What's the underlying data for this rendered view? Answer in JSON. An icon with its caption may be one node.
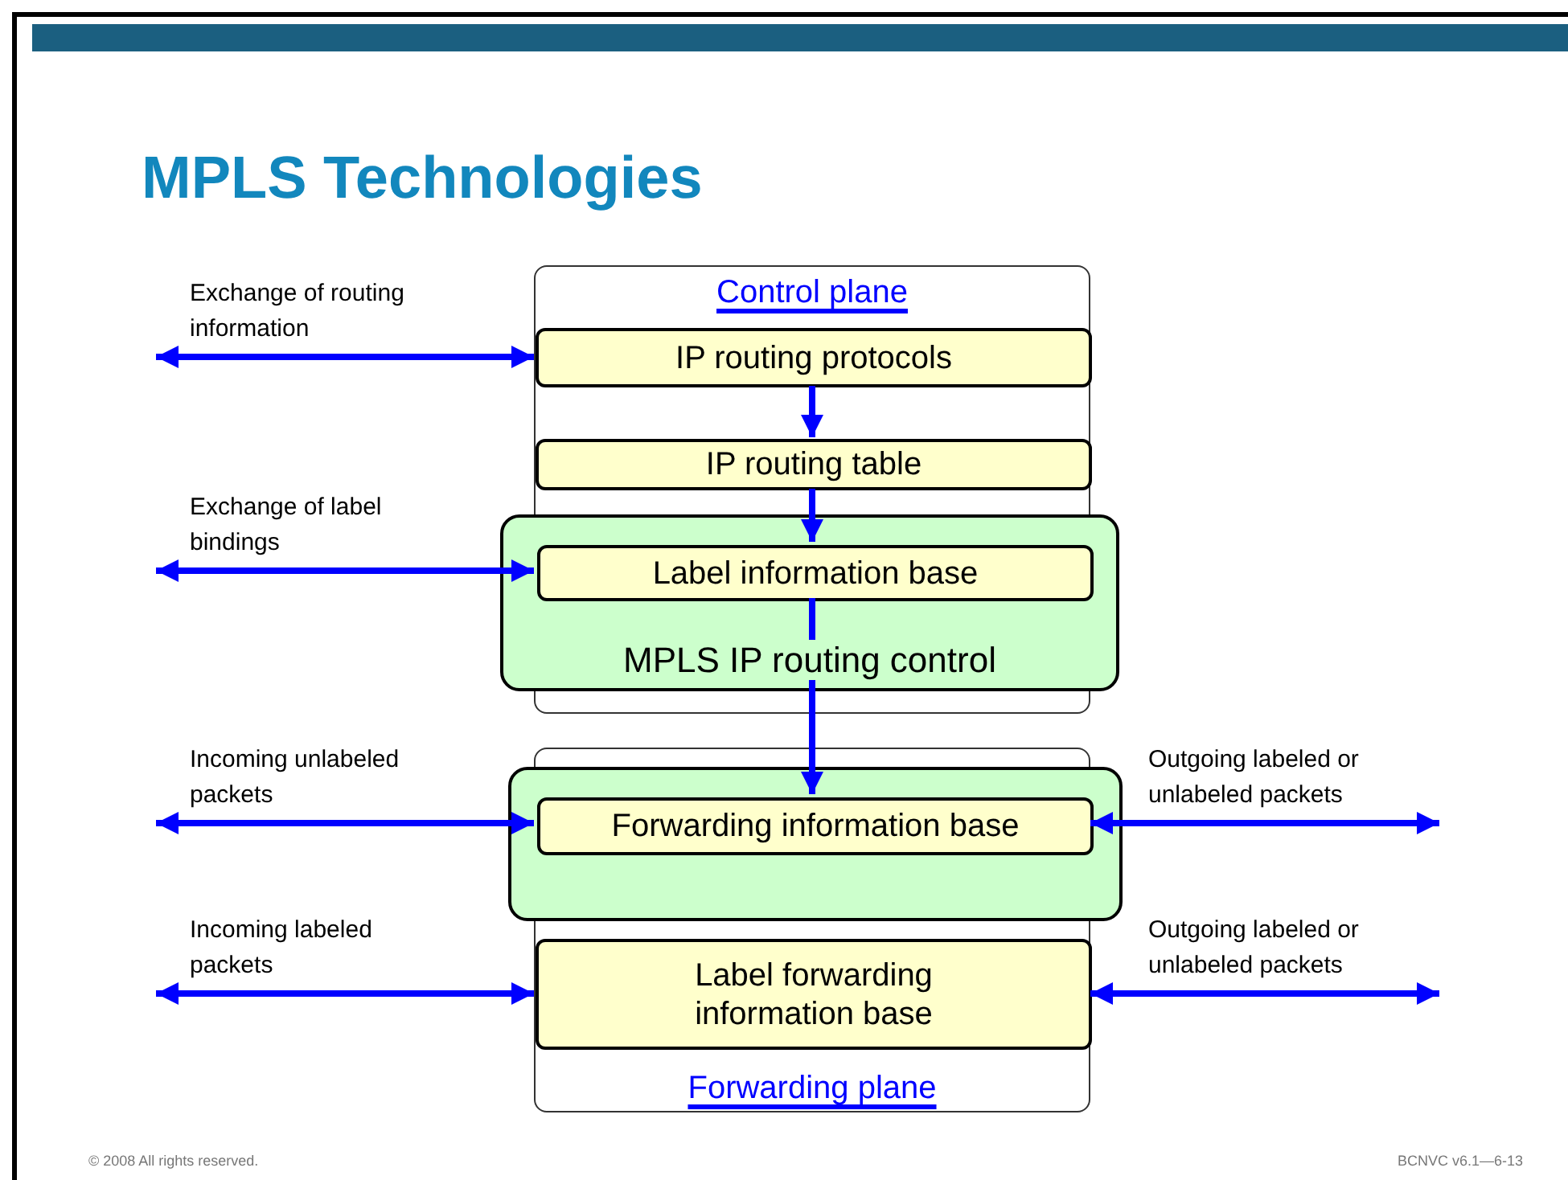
{
  "diagram": {
    "title": "MPLS Technologies",
    "nodes": [
      {
        "text": [
          "Control plane"
        ]
      },
      {
        "text": [
          "IP routing protocols"
        ],
        "in": 0
      },
      {
        "text": [
          "IP routing table"
        ],
        "in": 0
      },
      {
        "text": [
          "MPLS IP routing control"
        ]
      },
      {
        "text": [
          "Label information base"
        ],
        "in": 3
      },
      {
        "text": [
          "Forwarding plane"
        ]
      },
      {
        "text": [],
        "shape": "box"
      },
      {
        "text": [
          "Forwarding information base"
        ],
        "in": 6
      },
      {
        "text": [
          "Label forwarding information base"
        ],
        "in": 5
      }
    ],
    "edges": [
      {
        "from": null,
        "to": 1,
        "arrow": "both",
        "label": "Exchange of routing information"
      },
      {
        "from": 1,
        "to": 2,
        "arrow": "to"
      },
      {
        "from": 2,
        "to": 4,
        "arrow": "to"
      },
      {
        "from": null,
        "to": 4,
        "arrow": "both",
        "label": "Exchange of label bindings"
      },
      {
        "from": 4,
        "to": 7,
        "arrow": "to"
      },
      {
        "from": null,
        "to": 7,
        "arrow": "both",
        "label": "Incoming unlabeled packets"
      },
      {
        "from": 7,
        "to": null,
        "arrow": "both",
        "label": "Outgoing labeled or unlabeled packets"
      },
      {
        "from": null,
        "to": 8,
        "arrow": "both",
        "label": "Incoming labeled packets"
      },
      {
        "from": 8,
        "to": null,
        "arrow": "both",
        "label": "Outgoing labeled or unlabeled packets"
      }
    ],
    "labels": [
      "© 2008 All rights reserved.",
      "BCNVC v6.1—6-13"
    ]
  }
}
